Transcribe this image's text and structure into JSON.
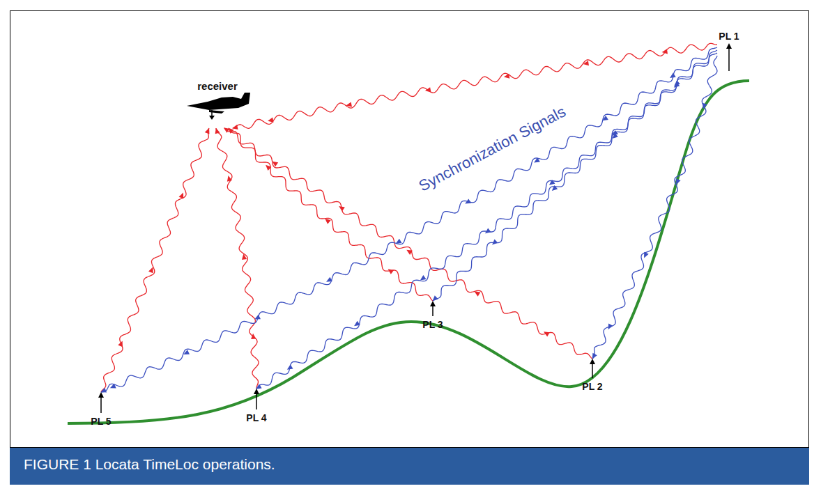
{
  "diagram": {
    "caption": "FIGURE 1  Locata TimeLoc operations.",
    "nodes": [
      {
        "text": [
          "receiver"
        ]
      },
      {
        "text": [
          "PL 1"
        ]
      },
      {
        "text": [
          "PL 2"
        ]
      },
      {
        "text": [
          "PL 3"
        ]
      },
      {
        "text": [
          "PL 4"
        ]
      },
      {
        "text": [
          "PL 5"
        ]
      }
    ],
    "edges": [
      {
        "from": 1,
        "to": 0,
        "arrow": "to"
      },
      {
        "from": 2,
        "to": 0,
        "arrow": "to"
      },
      {
        "from": 3,
        "to": 0,
        "arrow": "to"
      },
      {
        "from": 4,
        "to": 0,
        "arrow": "to"
      },
      {
        "from": 5,
        "to": 0,
        "arrow": "to"
      },
      {
        "from": 1,
        "to": 2,
        "arrow": "to"
      },
      {
        "from": 1,
        "to": 3,
        "arrow": "to"
      },
      {
        "from": 1,
        "to": 4,
        "arrow": "to"
      },
      {
        "from": 1,
        "to": 5,
        "arrow": "to"
      }
    ],
    "labels": [
      "Synchronization Signals"
    ]
  }
}
